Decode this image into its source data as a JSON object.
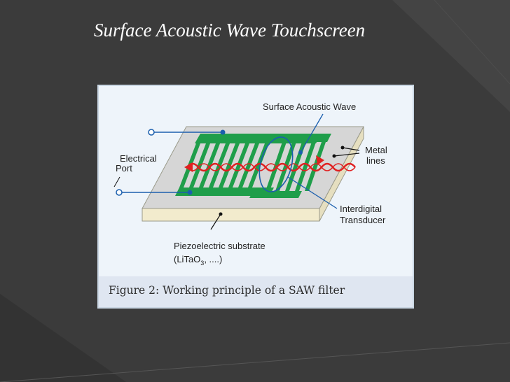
{
  "slide": {
    "title": "Surface Acoustic Wave Touchscreen"
  },
  "figure": {
    "caption": "Figure 2: Working principle of a SAW filter",
    "labels": {
      "surface_acoustic_wave": "Surface Acoustic Wave",
      "electrical_port_line1": "Electrical",
      "electrical_port_line2": "Port",
      "metal_line1": "Metal",
      "metal_line2": "lines",
      "interdigital_line1": "Interdigital",
      "interdigital_line2": "Transducer",
      "substrate_line1": "Piezoelectric substrate",
      "substrate_formula_a": "(LiTaO",
      "substrate_formula_sub": "3",
      "substrate_formula_b": ", ....)"
    }
  },
  "colors": {
    "background": "#3b3b3b",
    "electrode_green": "#1f9e4a",
    "wave_red": "#e02020",
    "wire_blue": "#1b5fae",
    "substrate_top": "#d8d8d8",
    "substrate_side": "#efe7c8"
  }
}
